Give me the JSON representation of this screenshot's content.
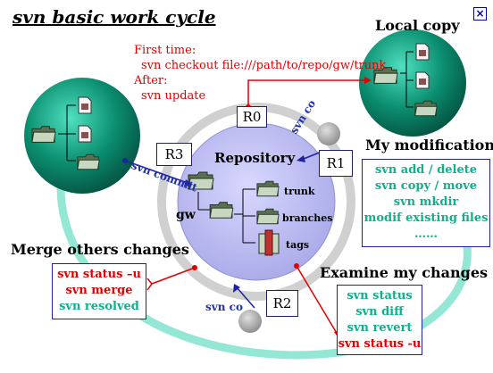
{
  "title": "svn basic work cycle",
  "checkout_note": {
    "line1": "First time:",
    "line2": "svn checkout file:///path/to/repo/gw/trunk",
    "line3": "After:",
    "line4": "svn update"
  },
  "labels": {
    "r0": "R0",
    "r1": "R1",
    "r2": "R2",
    "r3": "R3"
  },
  "repository": {
    "title": "Repository",
    "root": "gw",
    "folders": [
      "trunk",
      "branches",
      "tags"
    ]
  },
  "arrow_labels": {
    "svn_co_top": "svn co",
    "svn_commit": "svn commit",
    "svn_co_bottom": "svn co"
  },
  "local_copy": {
    "title": "Local copy"
  },
  "my_modifications": {
    "title": "My modifications",
    "commands": [
      "svn add / delete",
      "svn copy / move",
      "svn mkdir",
      "modif existing files",
      "……"
    ]
  },
  "merge": {
    "title": "Merge others changes",
    "commands": [
      "svn status –u",
      "svn merge",
      "svn resolved"
    ]
  },
  "examine": {
    "title": "Examine my changes",
    "commands": [
      "svn status",
      "svn diff",
      "svn revert",
      "svn status -u"
    ]
  },
  "colors": {
    "red": "#e00000",
    "green": "#0fb08a",
    "navy": "#2020a0",
    "repo_fill": "#b8b8f0",
    "teal_sphere": "#0b8f70",
    "cycle_ring": "#8ee6d2"
  },
  "icons": [
    "folder-icon",
    "file-icon",
    "close-icon"
  ]
}
